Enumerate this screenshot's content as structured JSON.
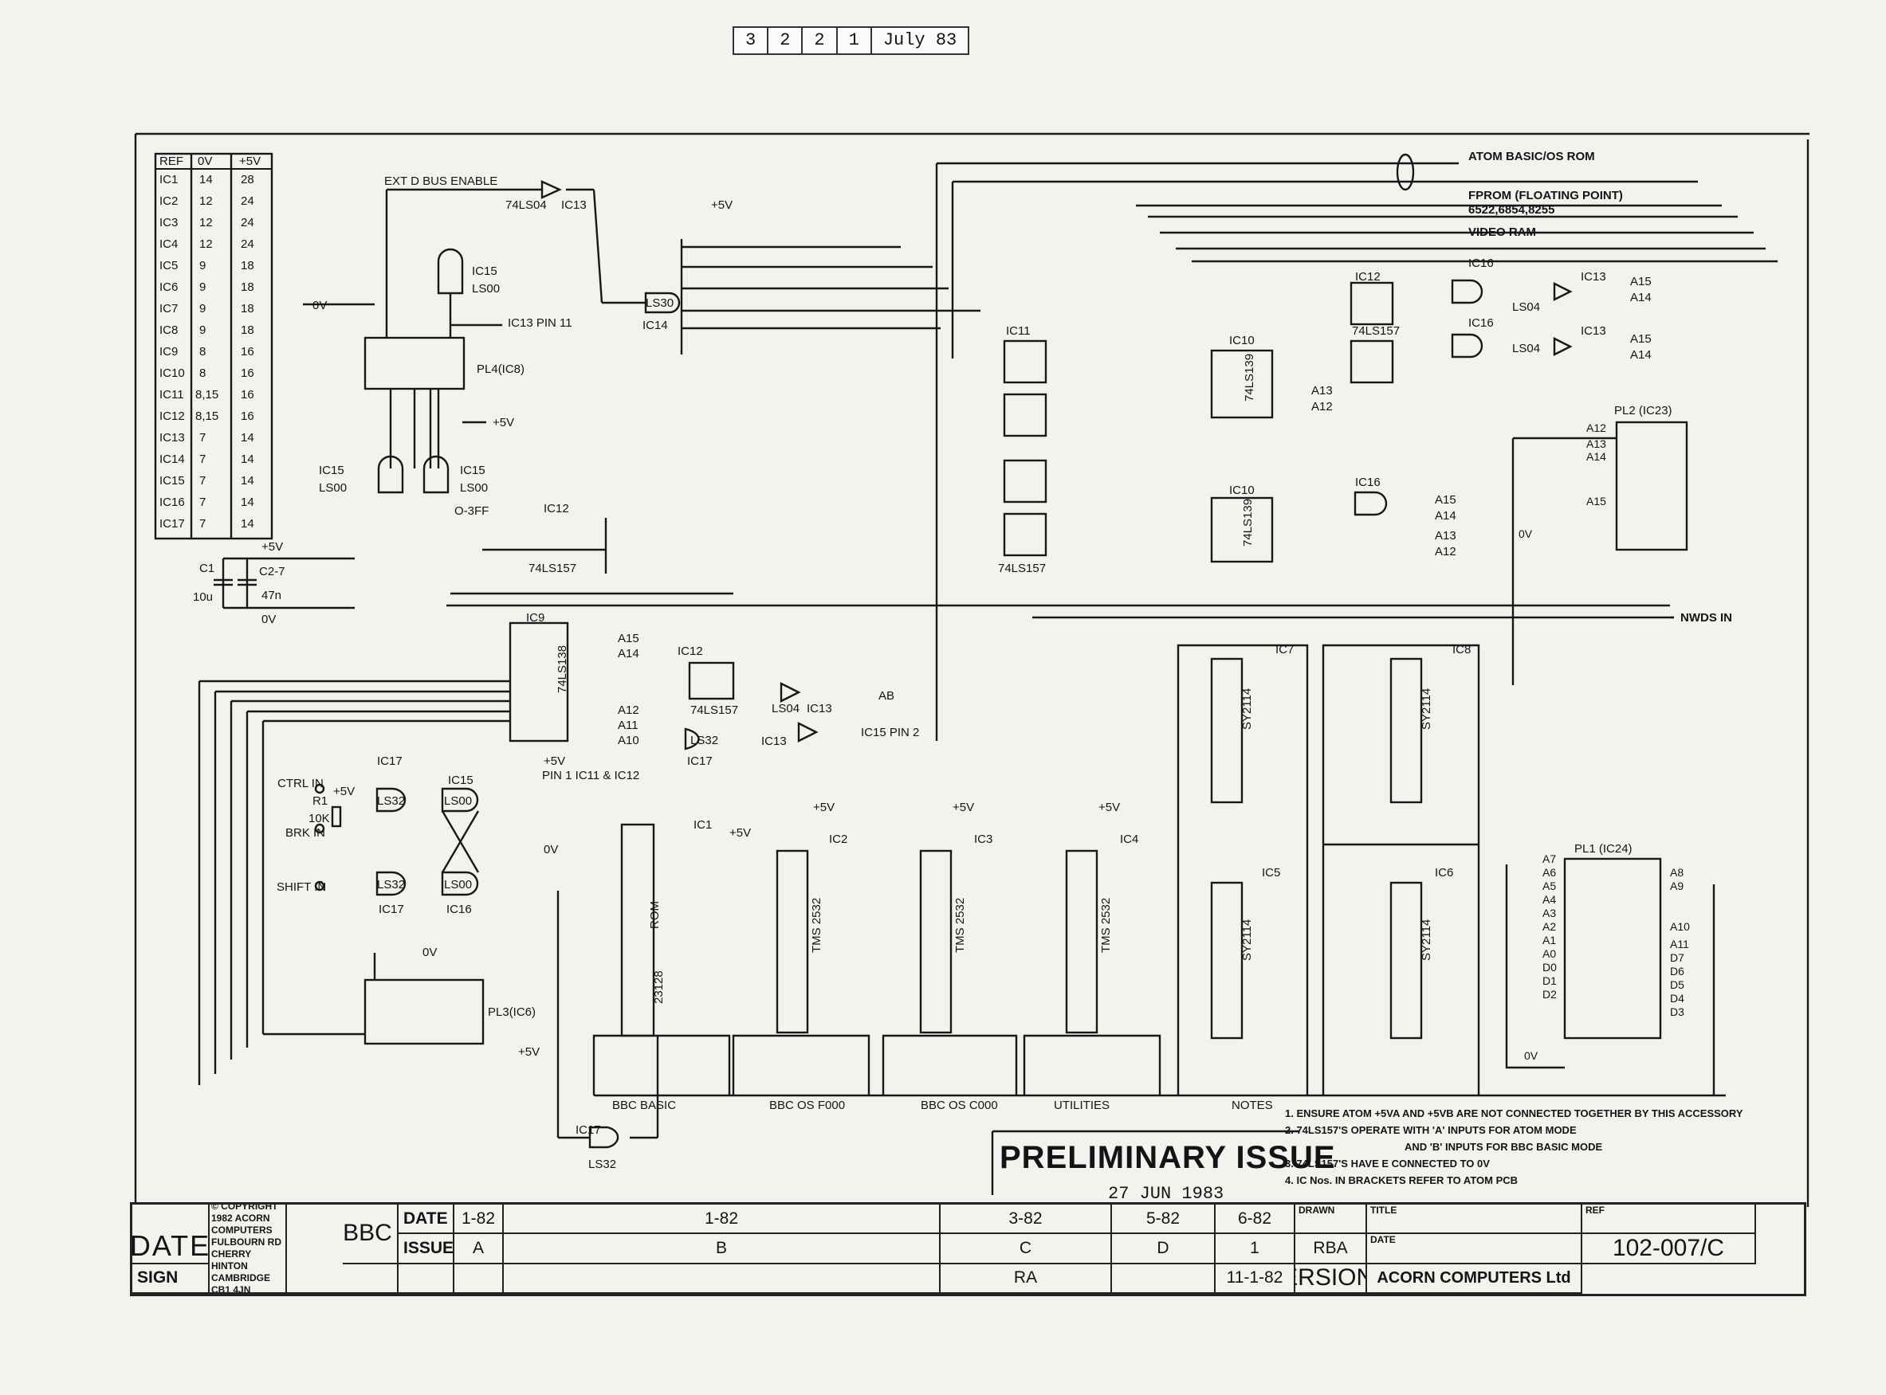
{
  "revision_stamp": [
    "3",
    "2",
    "2",
    "1",
    "July 83"
  ],
  "reference_table": {
    "headers": [
      "REF",
      "0V",
      "+5V"
    ],
    "rows": [
      [
        "IC1",
        "14",
        "28"
      ],
      [
        "IC2",
        "12",
        "24"
      ],
      [
        "IC3",
        "12",
        "24"
      ],
      [
        "IC4",
        "12",
        "24"
      ],
      [
        "IC5",
        "9",
        "18"
      ],
      [
        "IC6",
        "9",
        "18"
      ],
      [
        "IC7",
        "9",
        "18"
      ],
      [
        "IC8",
        "9",
        "18"
      ],
      [
        "IC9",
        "8",
        "16"
      ],
      [
        "IC10",
        "8",
        "16"
      ],
      [
        "IC11",
        "8,15",
        "16"
      ],
      [
        "IC12",
        "8,15",
        "16"
      ],
      [
        "IC13",
        "7",
        "14"
      ],
      [
        "IC14",
        "7",
        "14"
      ],
      [
        "IC15",
        "7",
        "14"
      ],
      [
        "IC16",
        "7",
        "14"
      ],
      [
        "IC17",
        "7",
        "14"
      ]
    ]
  },
  "power": {
    "plus5": "+5V",
    "zero": "0V",
    "c1": "C1",
    "c1_value": "10u",
    "c27": "C2-7",
    "c27_value": "47n"
  },
  "bus_labels": {
    "atom_basic_os_rom": "ATOM BASIC/OS ROM",
    "fprom": "FPROM (FLOATING POINT)",
    "fprom_2": "6522,6854,8255",
    "video_ram": "VIDEO RAM",
    "nwds_in": "NWDS IN"
  },
  "inputs": {
    "ctrl": "CTRL IN",
    "brk": "BRK IN",
    "shift": "SHIFT IN",
    "r1": "R1",
    "r1_value": "10K",
    "pin1": "PIN 1 IC11 & IC12"
  },
  "misc_labels": {
    "ext_dbus": "EXT D BUS ENABLE",
    "ic13_pin11": "IC13 PIN 11",
    "ic15_pin2": "IC15 PIN 2",
    "o3ff": "O-3FF",
    "plus5v": "+5V",
    "zero_v": "0V"
  },
  "chips": {
    "ic9": "IC9",
    "ic9_type": "74LS138",
    "ic10a": "IC10",
    "ic10b": "IC10",
    "ic10_type": "74LS139",
    "ic11": "IC11",
    "ic11_type": "74LS157",
    "ic12": "IC12",
    "ic12_type": "74LS157",
    "ic14": "IC14",
    "ls30": "LS30",
    "ic16": "IC16",
    "ic1": "IC1",
    "ic1_type": "23128",
    "rom": "ROM",
    "ic2": "IC2",
    "ic3": "IC3",
    "ic4": "IC4",
    "tms": "TMS 2532",
    "ic5": "IC5",
    "ic6": "IC6",
    "ic7": "IC7",
    "ic8": "IC8",
    "sy": "SY2114",
    "pl1": "PL1 (IC24)",
    "pl2": "PL2 (IC23)",
    "pl3": "PL3(IC6)",
    "pl4": "PL4(IC8)",
    "ls00": "LS00",
    "ls04": "LS04",
    "ls32": "LS32",
    "ic13": "IC13",
    "ic15": "IC15",
    "ic17": "IC17",
    "ls04_full": "74LS04",
    "ls157_full": "74LS157"
  },
  "address_lines": [
    "A15",
    "A14",
    "A13",
    "A12",
    "A11",
    "A10",
    "AB"
  ],
  "section_labels": [
    "BBC BASIC",
    "BBC OS F000",
    "BBC OS C000",
    "UTILITIES",
    "NOTES"
  ],
  "pl1_pins_left": [
    "A7",
    "A6",
    "A5",
    "A4",
    "A3",
    "A2",
    "A1",
    "A0",
    "D0",
    "D1",
    "D2"
  ],
  "pl1_pins_right": [
    "A8",
    "A9",
    "A10",
    "A11",
    "D7",
    "D6",
    "D5",
    "D4",
    "D3"
  ],
  "pl2_pins_left": [
    "A12",
    "A13",
    "A14",
    "A15"
  ],
  "notes": [
    "1. ENSURE ATOM +5VA AND +5VB ARE NOT CONNECTED TOGETHER BY THIS ACCESSORY",
    "2. 74LS157'S OPERATE WITH 'A' INPUTS FOR ATOM MODE",
    "AND 'B' INPUTS FOR BBC BASIC MODE",
    "3. 74LS157'S HAVE E CONNECTED TO 0V",
    "4. IC Nos. IN BRACKETS REFER TO ATOM PCB"
  ],
  "preliminary": "PRELIMINARY ISSUE",
  "stamp_date": "27 JUN 1983",
  "title_block": {
    "date_label": "DATE",
    "issue_label": "ISSUE",
    "sign_label": "SIGN",
    "dates": [
      "1-82",
      "1-82",
      "3-82",
      "5-82",
      "6-82"
    ],
    "issues": [
      "A",
      "B",
      "C",
      "D",
      "1"
    ],
    "signs": [
      "",
      "",
      "",
      "",
      "RA"
    ],
    "date_big": "DATE",
    "copyright": "© COPYRIGHT 1982 ACORN COMPUTERS FULBOURN RD CHERRY HINTON CAMBRIDGE CB1 4JN",
    "drawn_label": "DRAWN",
    "drawn": "RBA",
    "date_small_label": "DATE",
    "date_small": "11-1-82",
    "title_label": "TITLE",
    "title_1": "ATOM/BBC BASIC",
    "title_2": "CONVERSION CARD",
    "ref_label": "REF",
    "ref": "102-007/C",
    "company": "ACORN COMPUTERS Ltd"
  }
}
